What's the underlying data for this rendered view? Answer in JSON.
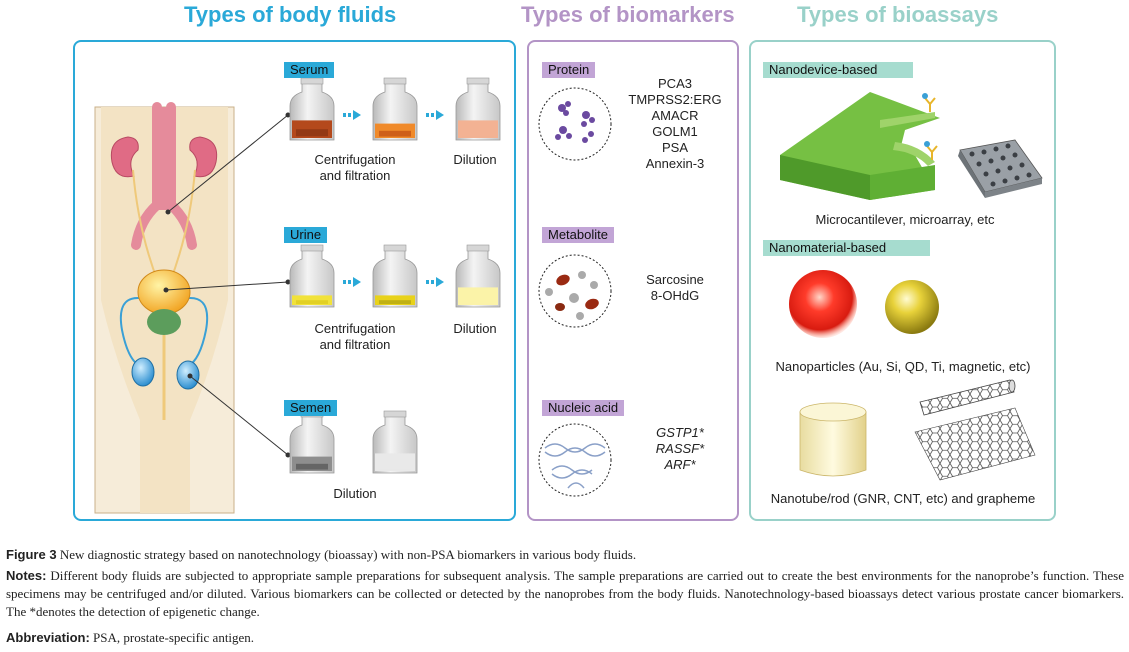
{
  "colors": {
    "body_fluids": "#2aa9d8",
    "biomarkers": "#b394c6",
    "bioassays": "#99d1c9"
  },
  "titles": {
    "body_fluids": "Types of body fluids",
    "biomarkers": "Types of biomarkers",
    "bioassays": "Types of bioassays"
  },
  "fluids": {
    "serum": {
      "tag": "Serum",
      "step1": "Centrifugation",
      "step1b": "and filtration",
      "step2": "Dilution"
    },
    "urine": {
      "tag": "Urine",
      "step1": "Centrifugation",
      "step1b": "and filtration",
      "step2": "Dilution"
    },
    "semen": {
      "tag": "Semen",
      "step1": "Dilution"
    }
  },
  "biomarkers": {
    "protein": {
      "tag": "Protein",
      "items": [
        "PCA3",
        "TMPRSS2:ERG",
        "AMACR",
        "GOLM1",
        "PSA",
        "Annexin-3"
      ]
    },
    "metabolite": {
      "tag": "Metabolite",
      "items": [
        "Sarcosine",
        "8-OHdG"
      ]
    },
    "nucleic_acid": {
      "tag": "Nucleic acid",
      "items": [
        "GSTP1*",
        "RASSF*",
        "ARF*"
      ]
    }
  },
  "bioassays": {
    "nanodevice": {
      "tag": "Nanodevice-based",
      "caption": "Microcantilever, microarray, etc"
    },
    "nanomaterial": {
      "tag": "Nanomaterial-based",
      "caption_particles": "Nanoparticles (Au, Si, QD, Ti, magnetic, etc)",
      "caption_tubes": "Nanotube/rod (GNR, CNT, etc) and grapheme"
    }
  },
  "caption": {
    "figure_label": "Figure 3",
    "figure_text": "New diagnostic strategy based on nanotechnology (bioassay) with non-PSA biomarkers in various body fluids.",
    "notes_label": "Notes:",
    "notes_text": "Different body fluids are subjected to appropriate sample preparations for subsequent analysis. The sample preparations are carried out to create the best environments for the nanoprobe’s function. These specimens may be centrifuged and/or diluted. Various biomarkers can be collected or detected by the nanoprobes from the body fluids. Nanotechnology-based bioassays detect various prostate cancer biomarkers. The *denotes the detection of epigenetic change.",
    "abbrev_label": "Abbreviation:",
    "abbrev_text": "PSA, prostate-specific antigen."
  }
}
